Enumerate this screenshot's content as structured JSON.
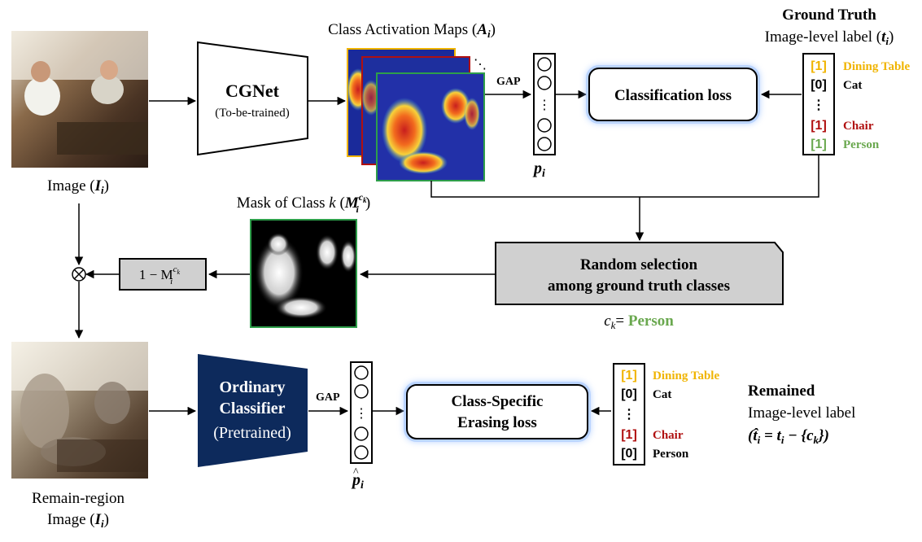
{
  "top": {
    "input_label": "Image (",
    "input_symbol": "I",
    "input_sub": "i",
    "input_close": ")",
    "cgnet_title": "CGNet",
    "cgnet_sub": "(To-be-trained)",
    "cam_label": "Class Activation Maps (",
    "cam_symbol": "A",
    "cam_sub": "i",
    "cam_close": ")",
    "gap_label": "GAP",
    "p_symbol": "p",
    "p_sub": "i",
    "loss_label": "Classification loss",
    "gt_title": "Ground Truth",
    "gt_sub": "Image-level label (",
    "gt_symbol": "t",
    "gt_sub_i": "i",
    "gt_close": ")",
    "gt_labels": [
      {
        "value": "[1]",
        "name": "Dining Table",
        "color": "#f0b400"
      },
      {
        "value": "[0]",
        "name": "Cat",
        "color": "#000000"
      },
      {
        "value": "⋮",
        "name": "",
        "color": "#000000"
      },
      {
        "value": "[1]",
        "name": "Chair",
        "color": "#b01010"
      },
      {
        "value": "[1]",
        "name": "Person",
        "color": "#6aa84f"
      }
    ]
  },
  "middle": {
    "mask_label": "Mask of Class ",
    "mask_k": "k",
    "mask_open": " (",
    "mask_symbol": "M",
    "mask_sup": "c",
    "mask_sup_k": "k",
    "mask_sub": "i",
    "mask_close": ")",
    "one_minus": "1 − M",
    "one_minus_sup": "c",
    "one_minus_sup_k": "k",
    "one_minus_sub": "i",
    "otimes": "⊗",
    "random_line1": "Random selection",
    "random_line2": "among ground truth classes",
    "ck_symbol": "c",
    "ck_sub": "k",
    "ck_eq": "= ",
    "ck_value": "Person",
    "ck_color": "#6aa84f"
  },
  "bottom": {
    "remain_line1": "Remain-region",
    "remain_line2": "Image (",
    "remain_symbol": "I",
    "remain_sub": "i",
    "remain_close": ")",
    "classifier_line1": "Ordinary",
    "classifier_line2": "Classifier",
    "classifier_line3": "(Pretrained)",
    "classifier_color": "#0d2a5c",
    "gap_label": "GAP",
    "phat_symbol": "p",
    "phat_sub": "i",
    "loss_line1": "Class-Specific",
    "loss_line2": "Erasing loss",
    "remained_title": "Remained",
    "remained_line2": "Image-level label",
    "remained_formula": "(t̂",
    "remained_formula_rest": " = t",
    "remained_formula_minus": " − {c",
    "remained_formula_end": "})",
    "labels": [
      {
        "value": "[1]",
        "name": "Dining Table",
        "color": "#f0b400"
      },
      {
        "value": "[0]",
        "name": "Cat",
        "color": "#000000"
      },
      {
        "value": "⋮",
        "name": "",
        "color": "#000000"
      },
      {
        "value": "[1]",
        "name": "Chair",
        "color": "#b01010"
      },
      {
        "value": "[0]",
        "name": "Person",
        "color": "#000000"
      }
    ]
  },
  "colors": {
    "cam_border_yellow": "#f0b400",
    "cam_border_red": "#b01010",
    "cam_border_green": "#2e9e4a",
    "glow": "#9ec3ff",
    "mask_border": "#2e9e4a"
  }
}
